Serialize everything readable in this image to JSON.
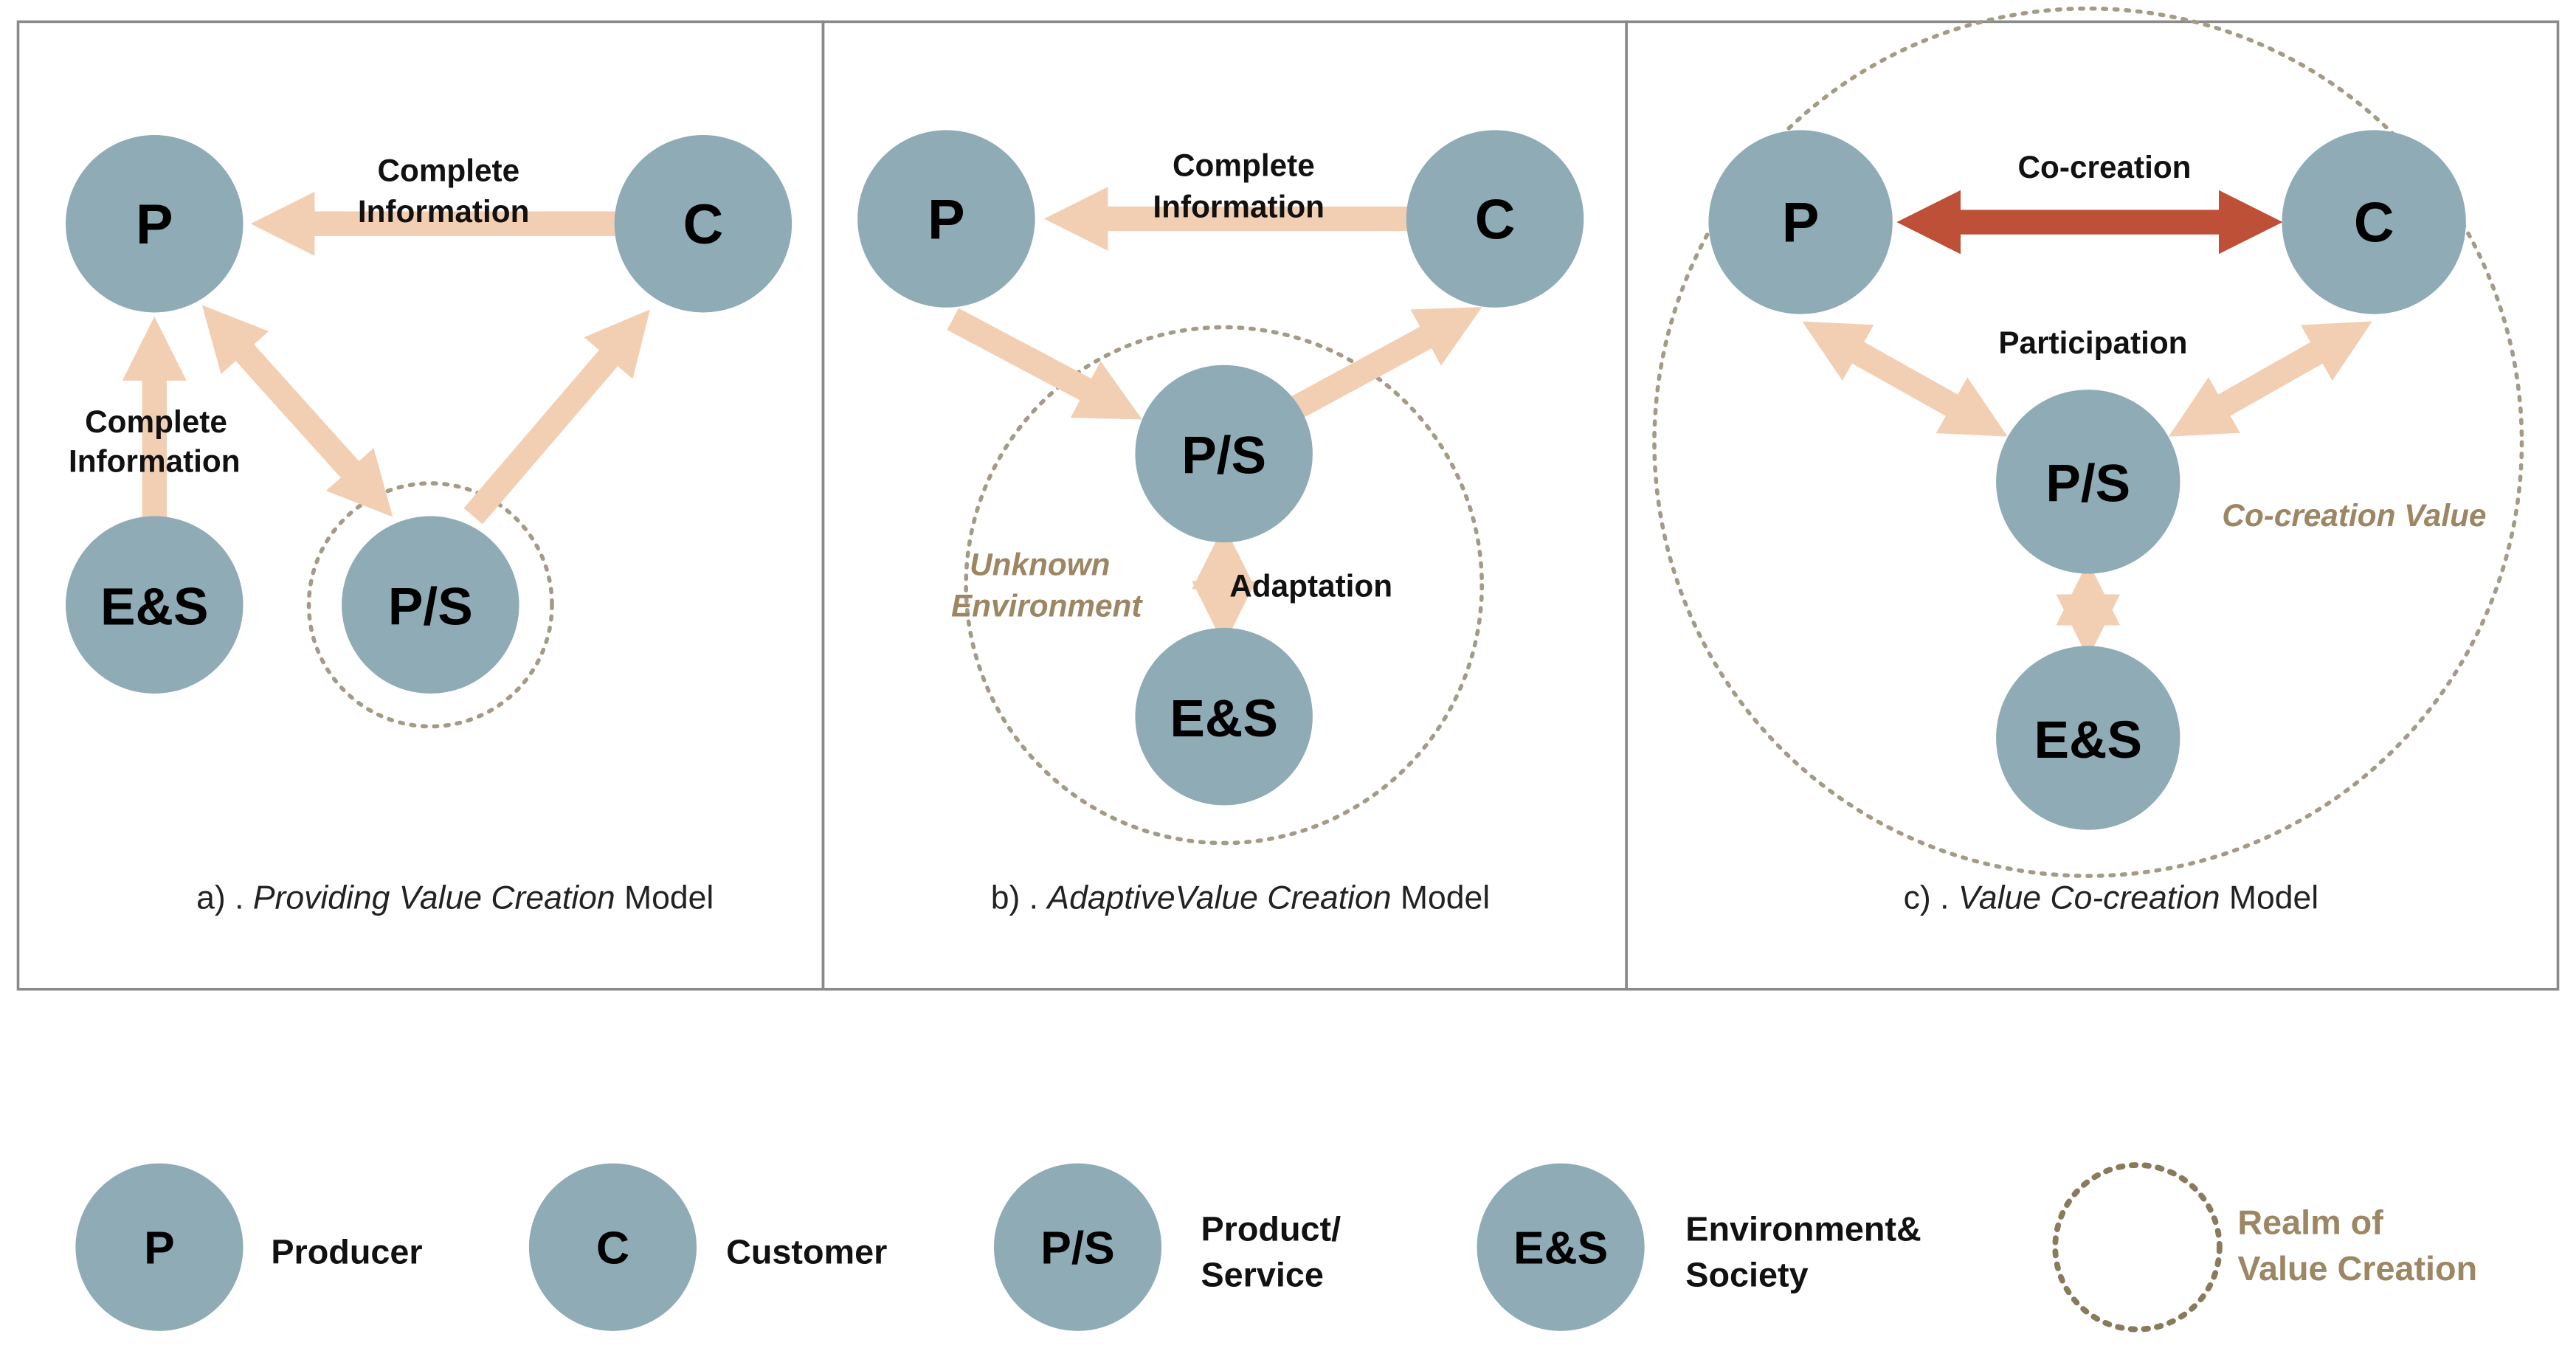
{
  "colors": {
    "node_fill": "#8fabb5",
    "arrow_light": "#f2cfb3",
    "arrow_strong": "#bd5036",
    "realm_stroke": "#a49a86",
    "realm_text": "#9c8663",
    "frame": "#8a8a8a"
  },
  "panels": {
    "a": {
      "nodes": {
        "p": "P",
        "c": "C",
        "es": "E&S",
        "ps": "P/S"
      },
      "labels": {
        "top_line1": "Complete",
        "top_line2": "Information",
        "left_line1": "Complete",
        "left_line2": "Information"
      },
      "caption": {
        "prefix": "a) . ",
        "italic": "Providing Value Creation",
        "suffix": " Model"
      }
    },
    "b": {
      "nodes": {
        "p": "P",
        "c": "C",
        "ps": "P/S",
        "es": "E&S"
      },
      "labels": {
        "top_line1": "Complete",
        "top_line2": "Information",
        "adaptation": "Adaptation"
      },
      "realm": {
        "line1": "Unknown",
        "line2": "Environment"
      },
      "caption": {
        "prefix": "b)  . ",
        "italic": "AdaptiveValue Creation",
        "suffix": " Model"
      }
    },
    "c": {
      "nodes": {
        "p": "P",
        "c": "C",
        "ps": "P/S",
        "es": "E&S"
      },
      "labels": {
        "cocreation": "Co-creation",
        "participation": "Participation"
      },
      "realm": {
        "label": "Co-creation Value"
      },
      "caption": {
        "prefix": "c) . ",
        "italic": "Value Co-creation",
        "suffix": " Model"
      }
    }
  },
  "legend": {
    "p": {
      "symbol": "P",
      "label": "Producer"
    },
    "c": {
      "symbol": "C",
      "label": "Customer"
    },
    "ps": {
      "symbol": "P/S",
      "label_line1": "Product/",
      "label_line2": "Service"
    },
    "es": {
      "symbol": "E&S",
      "label_line1": "Environment&",
      "label_line2": "Society"
    },
    "realm": {
      "label_line1": "Realm of",
      "label_line2": "Value Creation"
    }
  }
}
